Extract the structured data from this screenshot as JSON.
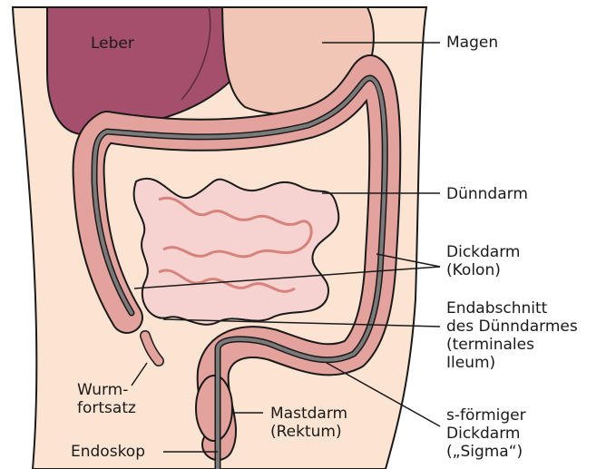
{
  "labels": {
    "leber": "Leber",
    "magen": "Magen",
    "duenndarm": "Dünndarm",
    "dickdarm": [
      "Dickdarm",
      "(Kolon)"
    ],
    "endabschnitt": [
      "Endabschnitt",
      "des Dünndarmes",
      "(terminales",
      "Ileum)"
    ],
    "wurmfortsatz": [
      "Wurm-",
      "fortsatz"
    ],
    "mastdarm": [
      "Mastdarm",
      "(Rektum)"
    ],
    "sigma": [
      "s-förmiger",
      "Dickdarm",
      "(„Sigma“)"
    ],
    "endoskop": "Endoskop"
  },
  "colors": {
    "skin": "#fce4d2",
    "liver": "#a4506c",
    "stomach": "#f2c6b6",
    "intestine": "#e3a29c",
    "small_intestine": "#f6d3d0",
    "outline": "#1a1a1a",
    "endoscope": "#7a7a7a"
  }
}
